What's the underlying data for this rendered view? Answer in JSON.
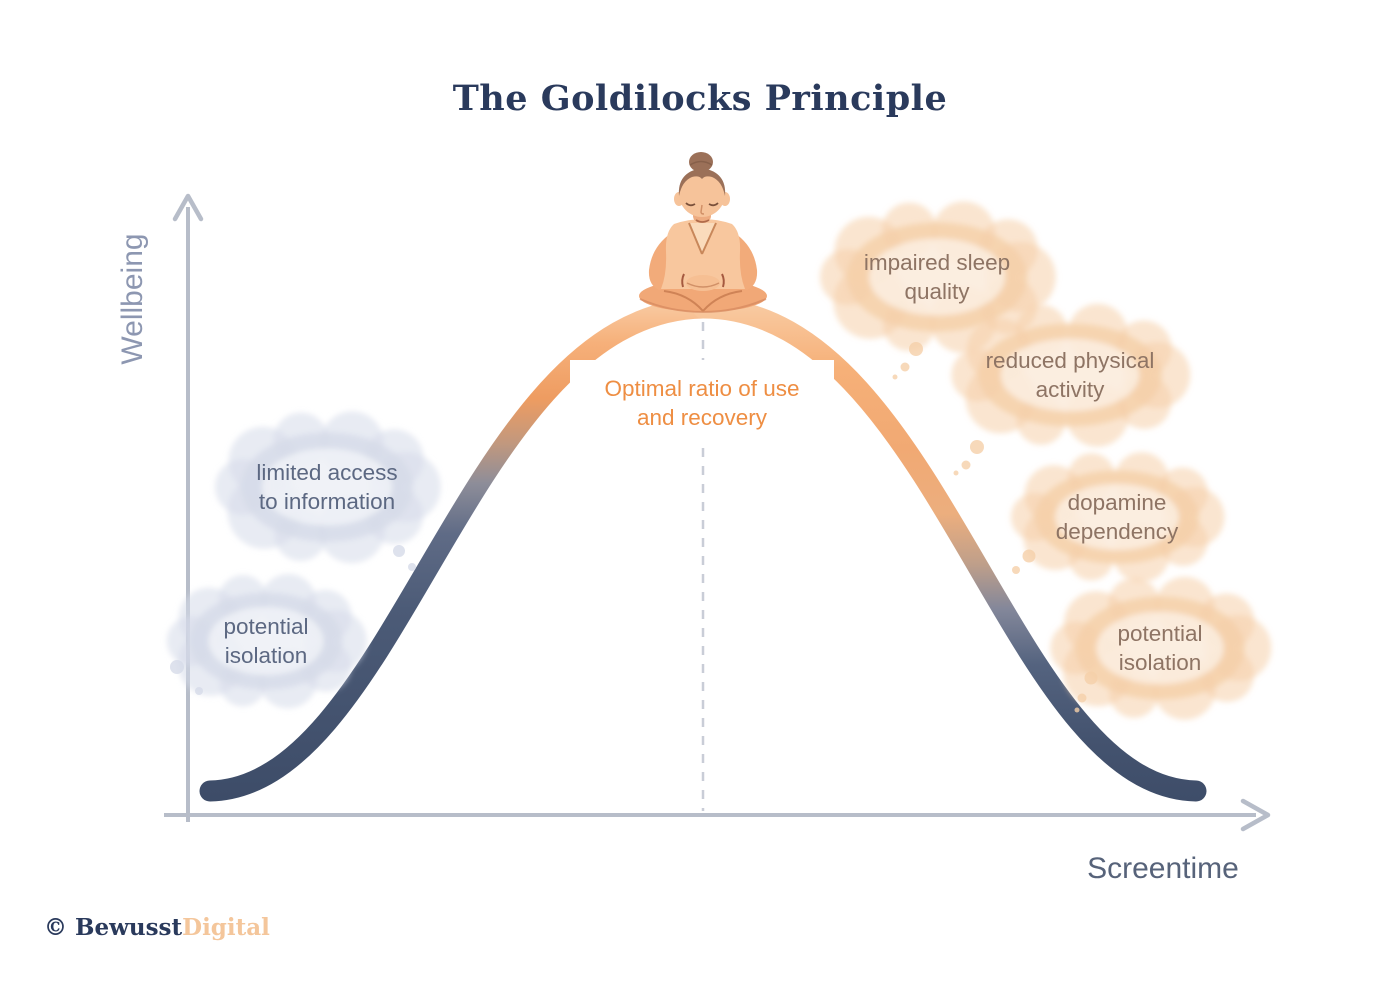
{
  "title": "The Goldilocks Principle",
  "axes": {
    "y_label": "Wellbeing",
    "x_label": "Screentime"
  },
  "curve": {
    "optimal_label": "Optimal ratio of use\nand recovery"
  },
  "bubbles": {
    "left": [
      {
        "label": "limited access\nto information"
      },
      {
        "label": "potential\nisolation"
      }
    ],
    "right": [
      {
        "label": "impaired  sleep\nquality"
      },
      {
        "label": "reduced physical\nactivity"
      },
      {
        "label": "dopamine\ndependency"
      },
      {
        "label": "potential\nisolation"
      }
    ]
  },
  "brand": {
    "name": "© Bewusst",
    "accent": "Digital"
  },
  "colors": {
    "title_navy": "#2a3a5c",
    "optimal_orange": "#ee8e43",
    "left_cloud": "#d6dbe9",
    "right_cloud": "#f5d0a9",
    "left_text": "#5c6882",
    "right_text": "#8e7464",
    "curve_top_peach": "#f9cda6",
    "curve_bottom_navy": "#3d4c68",
    "axis_gray": "#b7bdc9",
    "brand_accent": "#f4c69b"
  },
  "chart_data": {
    "type": "line",
    "title": "The Goldilocks Principle",
    "xlabel": "Screentime",
    "ylabel": "Wellbeing",
    "curve_shape": "inverted-U bell curve",
    "x": [
      0,
      1,
      2,
      3,
      4,
      5,
      6,
      7,
      8,
      9,
      10
    ],
    "y": [
      0.02,
      0.06,
      0.16,
      0.4,
      0.75,
      1.0,
      0.75,
      0.4,
      0.16,
      0.06,
      0.02
    ],
    "grid": false,
    "annotations": [
      {
        "x": 5,
        "y": 1.0,
        "text": "Optimal ratio of use and recovery",
        "marker": "meditating buddha at peak"
      },
      {
        "side": "low screentime",
        "texts": [
          "limited access to information",
          "potential isolation"
        ]
      },
      {
        "side": "high screentime",
        "texts": [
          "impaired sleep quality",
          "reduced physical activity",
          "dopamine dependency",
          "potential isolation"
        ]
      }
    ]
  }
}
